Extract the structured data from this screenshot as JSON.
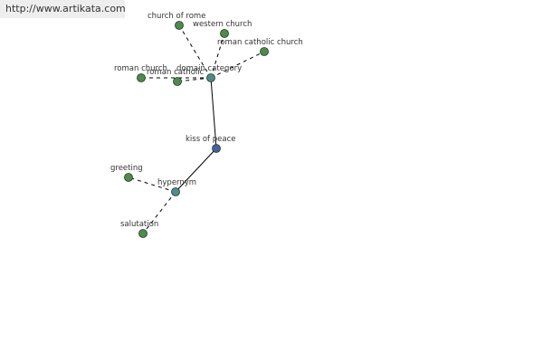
{
  "header": {
    "url": "http://www.artikata.com"
  },
  "graph": {
    "nodes": {
      "kiss": {
        "label": "kiss of peace",
        "kind": "main"
      },
      "domain": {
        "label": "domain category",
        "kind": "hub"
      },
      "hypernym": {
        "label": "hypernym",
        "kind": "hub"
      },
      "church_of_rome": {
        "label": "church of rome",
        "kind": "leaf"
      },
      "western_church": {
        "label": "western church",
        "kind": "leaf"
      },
      "roman_catholic_church": {
        "label": "roman catholic church",
        "kind": "leaf"
      },
      "roman_church": {
        "label": "roman church",
        "kind": "leaf"
      },
      "roman_catholic": {
        "label": "roman catholic",
        "kind": "leaf"
      },
      "greeting": {
        "label": "greeting",
        "kind": "leaf"
      },
      "salutation": {
        "label": "salutation",
        "kind": "leaf"
      }
    },
    "edges": [
      {
        "from": "kiss",
        "to": "domain",
        "style": "solid"
      },
      {
        "from": "kiss",
        "to": "hypernym",
        "style": "solid"
      },
      {
        "from": "domain",
        "to": "church_of_rome",
        "style": "dashed"
      },
      {
        "from": "domain",
        "to": "western_church",
        "style": "dashed"
      },
      {
        "from": "domain",
        "to": "roman_catholic_church",
        "style": "dashed"
      },
      {
        "from": "domain",
        "to": "roman_church",
        "style": "dashed"
      },
      {
        "from": "domain",
        "to": "roman_catholic",
        "style": "dashed"
      },
      {
        "from": "hypernym",
        "to": "greeting",
        "style": "dashed"
      },
      {
        "from": "hypernym",
        "to": "salutation",
        "style": "dashed"
      }
    ],
    "colors": {
      "main": "#4a5fa0",
      "hub": "#4f8a8b",
      "leaf": "#4f8a4f",
      "stroke": "#1f3a1f",
      "edge": "#000000"
    }
  }
}
